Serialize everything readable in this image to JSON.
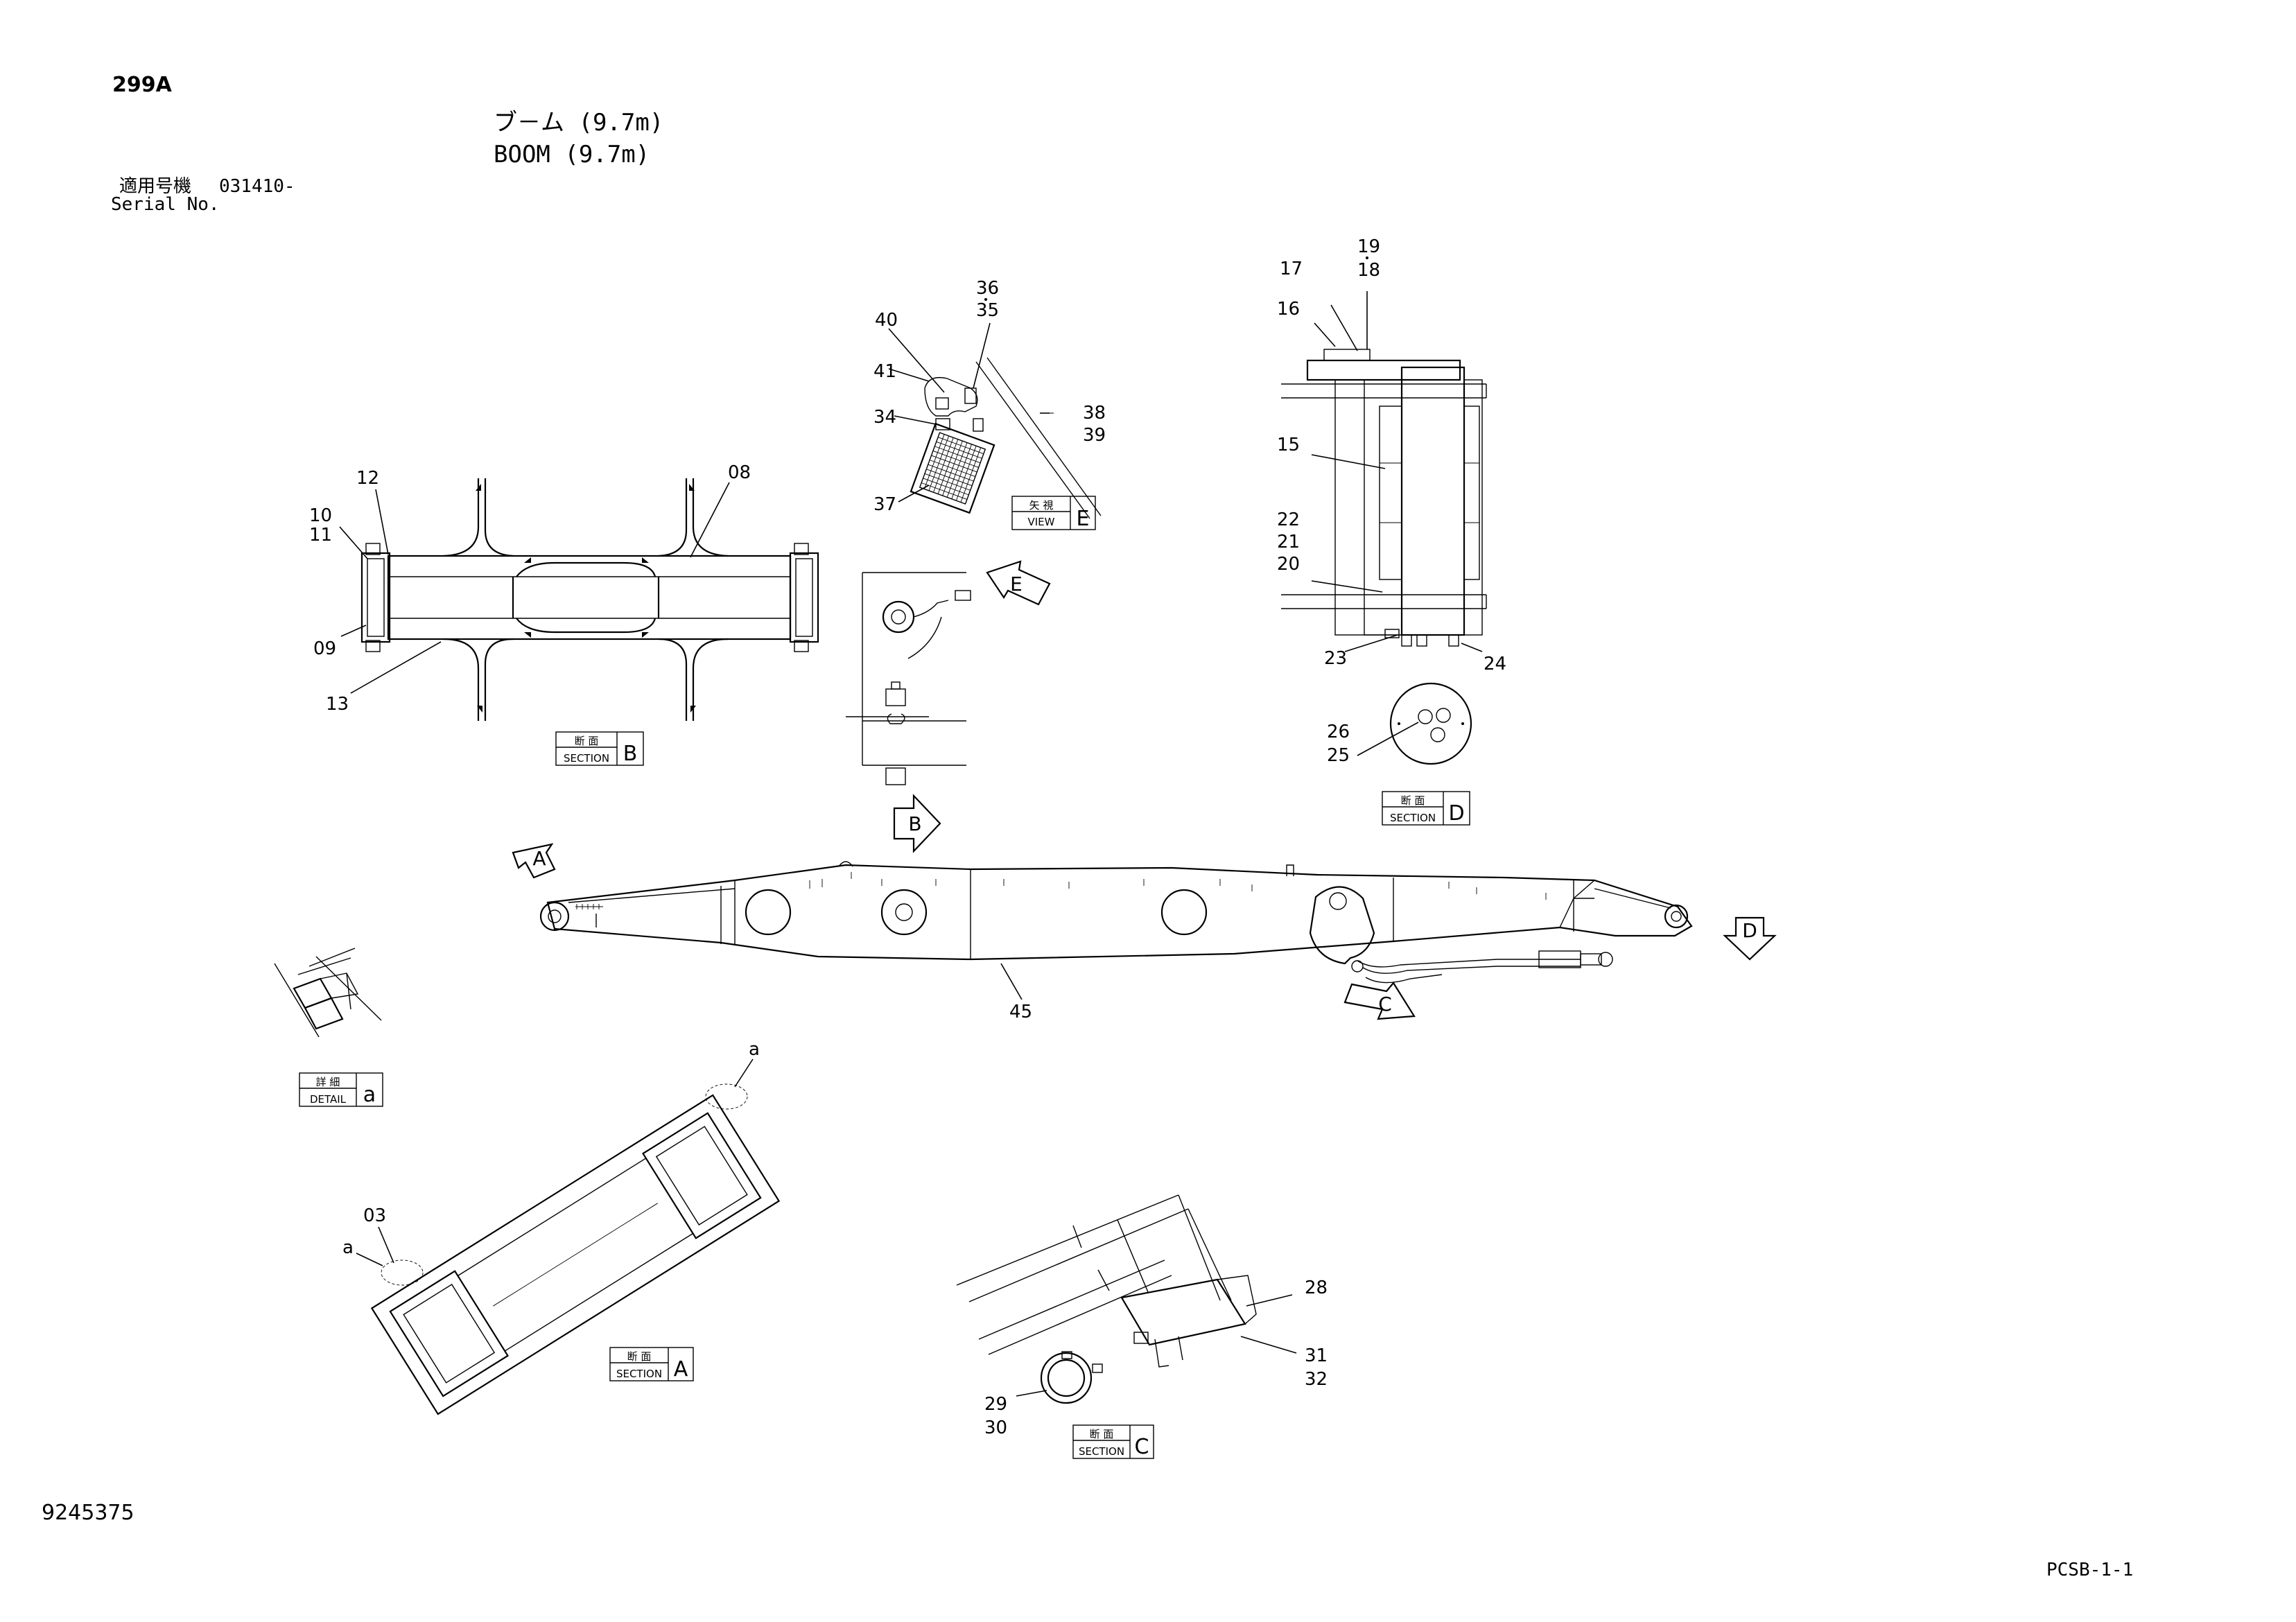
{
  "header": {
    "model_code": "299A",
    "title_jp": "ブ－ム (9.7m)",
    "title_en": "BOOM (9.7m)",
    "serial_label_jp": "適用号機",
    "serial_value": "031410-",
    "serial_label_en": "Serial No."
  },
  "footer": {
    "document_number": "9245375",
    "page_ref": "PCSB-1-1"
  },
  "views": {
    "section_b": {
      "label_jp": "断 面",
      "label_en": "SECTION",
      "letter": "B"
    },
    "view_e": {
      "label_jp": "矢 視",
      "label_en": "VIEW",
      "letter": "E"
    },
    "section_d": {
      "label_jp": "断 面",
      "label_en": "SECTION",
      "letter": "D"
    },
    "detail_a": {
      "label_jp": "詳 細",
      "label_en": "DETAIL",
      "letter": "a"
    },
    "section_a": {
      "label_jp": "断 面",
      "label_en": "SECTION",
      "letter": "A"
    },
    "section_c": {
      "label_jp": "断 面",
      "label_en": "SECTION",
      "letter": "C"
    }
  },
  "view_arrows": {
    "a": "A",
    "b": "B",
    "c": "C",
    "d": "D",
    "e": "E"
  },
  "detail_marks": {
    "a_top": "a",
    "a_left": "a"
  },
  "callouts": {
    "p03": "03",
    "p08": "08",
    "p09": "09",
    "p10": "10",
    "p11": "11",
    "p12": "12",
    "p13": "13",
    "p15": "15",
    "p16": "16",
    "p17": "17",
    "p18": "18",
    "p19": "19",
    "p20": "20",
    "p21": "21",
    "p22": "22",
    "p23": "23",
    "p24": "24",
    "p25": "25",
    "p26": "26",
    "p28": "28",
    "p29": "29",
    "p30": "30",
    "p31": "31",
    "p32": "32",
    "p34": "34",
    "p35": "35",
    "p36": "36",
    "p37": "37",
    "p38": "38",
    "p39": "39",
    "p40": "40",
    "p41": "41",
    "p45": "45"
  }
}
